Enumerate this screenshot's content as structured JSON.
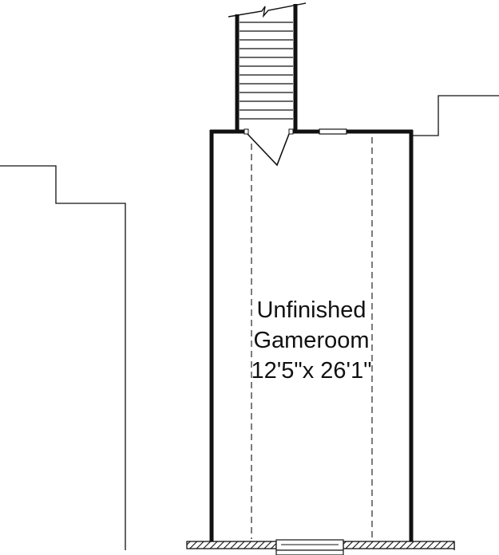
{
  "room": {
    "name_line1": "Unfinished",
    "name_line2": "Gameroom",
    "dimensions": "12'5\"x 26'1\""
  },
  "colors": {
    "line": "#111111",
    "background": "#ffffff"
  }
}
